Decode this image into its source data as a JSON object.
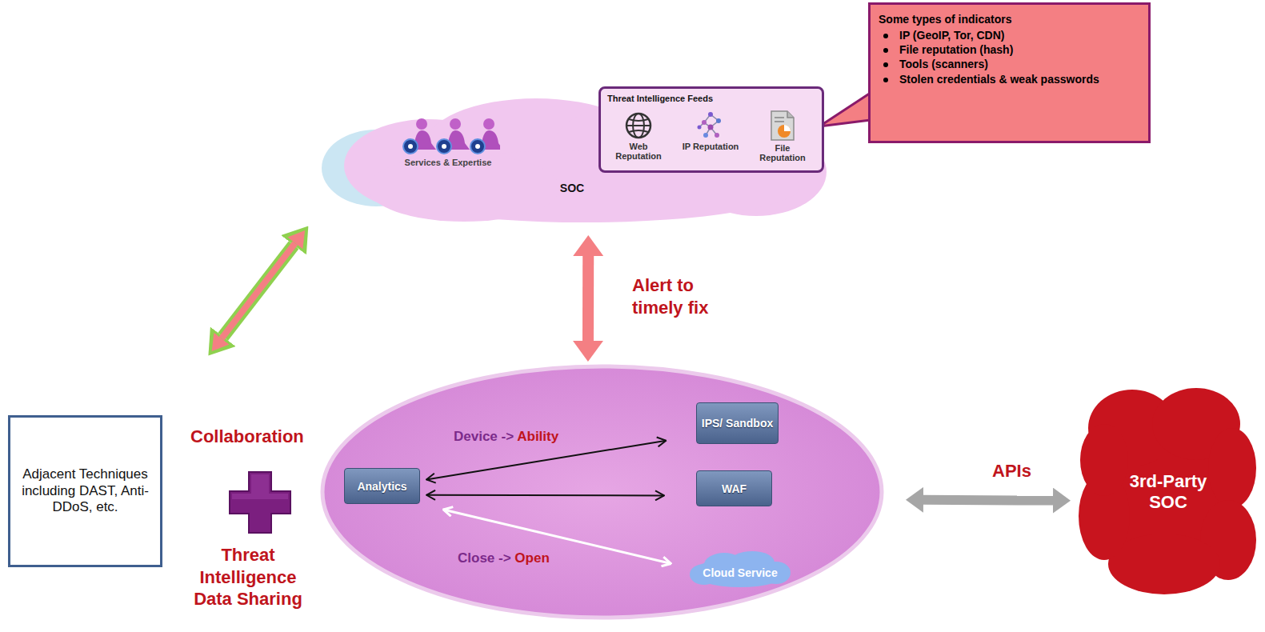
{
  "diagram": {
    "nodes": [
      {
        "text": [
          "SOC"
        ]
      },
      {
        "text": [
          "Services & Expertise"
        ],
        "in": 0
      },
      {
        "text": [
          "Threat Intelligence Feeds"
        ],
        "in": 0
      },
      {
        "text": [
          "Web Reputation"
        ],
        "in": 2
      },
      {
        "text": [
          "IP Reputation"
        ],
        "in": 2
      },
      {
        "text": [
          "File Reputation"
        ],
        "in": 2
      },
      {
        "text": [
          "Some types of indicators",
          "IP (GeoIP, Tor, CDN)",
          "File reputation (hash)",
          "Tools (scanners)",
          "Stolen credentials & weak passwords"
        ]
      },
      {
        "text": [
          "Adjacent Techniques including DAST, Anti-DDoS, etc."
        ]
      },
      {
        "text": []
      },
      {
        "text": [
          "Analytics"
        ],
        "in": 8
      },
      {
        "text": [
          "IPS/ Sandbox"
        ],
        "in": 8
      },
      {
        "text": [
          "WAF"
        ],
        "in": 8
      },
      {
        "text": [
          "Cloud Service"
        ],
        "in": 8
      },
      {
        "text": [
          "3rd-Party SOC"
        ]
      }
    ],
    "edges": [
      {
        "from": 7,
        "to": 0,
        "arrow": "both"
      },
      {
        "from": 0,
        "to": 8,
        "label": "Alert to timely fix",
        "arrow": "both"
      },
      {
        "from": 9,
        "to": 10,
        "label": "Device -> Ability",
        "arrow": "both"
      },
      {
        "from": 9,
        "to": 11,
        "arrow": "both"
      },
      {
        "from": 9,
        "to": 12,
        "label": "Close -> Open",
        "arrow": "both"
      },
      {
        "from": 8,
        "to": 13,
        "label": "APIs",
        "arrow": "both"
      }
    ],
    "labels": [
      "Collaboration",
      "Threat Intelligence Data Sharing"
    ]
  }
}
